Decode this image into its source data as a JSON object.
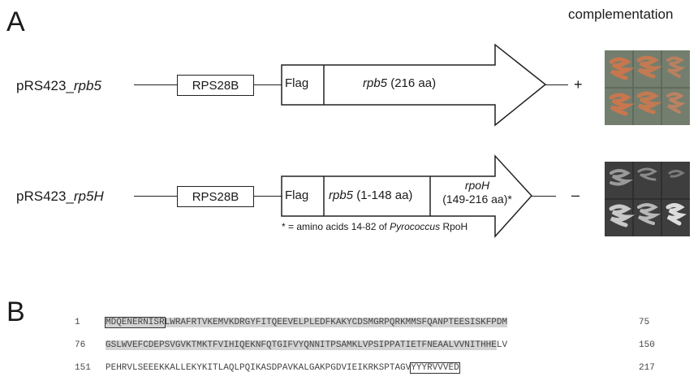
{
  "panel_a": {
    "letter": "A"
  },
  "panel_b": {
    "letter": "B"
  },
  "complementation_header": "complementation",
  "constructs": [
    {
      "name_prefix": "pRS423_",
      "name_italic": "rpb5",
      "promoter": "RPS28B",
      "tag": "Flag",
      "gene_italic": "rpb5",
      "gene_rest": " (216 aa)",
      "result": "+",
      "plate_color": "#6f7a6a",
      "colony_color": "#c8764e"
    },
    {
      "name_prefix": "pRS423_",
      "name_italic": "rp5H",
      "promoter": "RPS28B",
      "tag": "Flag",
      "gene_italic": "rpb5",
      "gene_rest": " (1-148 aa)",
      "fusion_italic": "rpoH",
      "fusion_rest": "(149-216 aa)*",
      "result": "–",
      "plate_color": "#3c3c3c",
      "colony_color": "#bfbfbf"
    }
  ],
  "footnote": {
    "prefix": "* = amino acids 14-82 of ",
    "italic": "Pyrococcus",
    "suffix": " RpoH"
  },
  "sequence_rows": [
    {
      "start": "1",
      "end": "75",
      "boxed_start": "MDQENERNISR",
      "highlighted": "LWRAFRTVKEMVKDRGYFITQEEVELPLEDFKAKYCDSMGRPQRKMMSFQANPTEESISKFPDM",
      "plain": "",
      "boxed_end": ""
    },
    {
      "start": "76",
      "end": "150",
      "boxed_start": "",
      "highlighted": "GSLWVEFCDEPSVGVKTMKTFVIHIQEKNFQTGIFVYQNNITPSAMKLVPSIPPATIETFNEAALVVNITHHE",
      "plain": "LV",
      "boxed_end": ""
    },
    {
      "start": "151",
      "end": "217",
      "boxed_start": "",
      "highlighted": "",
      "plain": "PEHRVLSEEEKKALLEKYKITLAQLPQIKASDPAVKALGAKPGDVIEIKRKSPTAGV",
      "boxed_end": "YYYRVVVED"
    }
  ],
  "icons": {
    "arrow": "gene-arrow-shape",
    "plate": "yeast-plate-photo"
  }
}
